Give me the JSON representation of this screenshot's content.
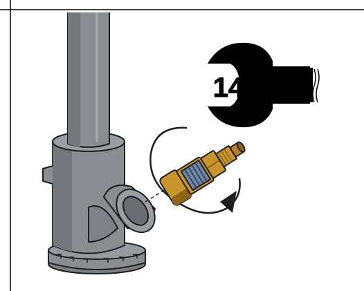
{
  "wrench": {
    "size_label": "14",
    "icon": "open-end-wrench-icon"
  },
  "parts": {
    "faucet": "faucet-body",
    "cartridge": "valve-cartridge"
  },
  "colors": {
    "faucet_gray": "#8a8d92",
    "faucet_dark": "#6c6f74",
    "cartridge_brass": "#c9962e",
    "cartridge_dark": "#8c6518",
    "spindle_blue": "#6f86a6",
    "outline": "#1e1e1e",
    "frame_line": "#000000"
  }
}
